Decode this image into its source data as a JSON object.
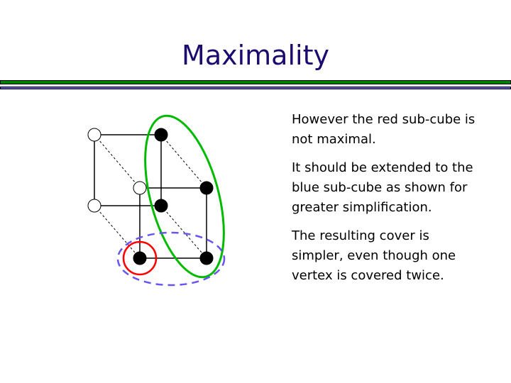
{
  "title": "Maximality",
  "paragraphs": [
    "However the red sub-cube is not maximal.",
    "It should be extended to the blue sub-cube as shown for greater simplification.",
    "The resulting cover is simpler, even though one vertex is covered twice."
  ],
  "colors": {
    "title": "#1c0a6e",
    "green_bar": "#008000",
    "blue_bar": "#6655dd",
    "red_cover": "#ff0000",
    "green_cover": "#00bb00",
    "blue_cover": "#6655ee"
  }
}
